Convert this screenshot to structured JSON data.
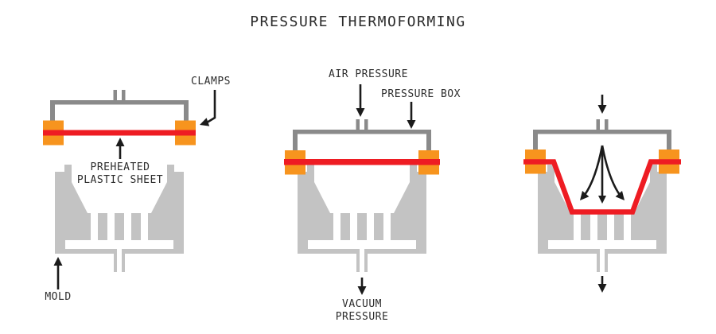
{
  "title": "PRESSURE THERMOFORMING",
  "colors": {
    "sheet_red": "#ee1c23",
    "clamp_orange": "#f7941e",
    "frame_gray": "#8a8a8a",
    "mold_gray": "#c3c3c3",
    "arrow_black": "#1b1b1b",
    "label_text": "#2e2e2e"
  },
  "stage_clamping": {
    "clamps_label": "CLAMPS",
    "sheet_label_line1": "PREHEATED",
    "sheet_label_line2": "PLASTIC SHEET",
    "mold_label": "MOLD"
  },
  "stage_pressurizing": {
    "air_pressure_label": "AIR PRESSURE",
    "pressure_box_label": "PRESSURE BOX",
    "vacuum_label_line1": "VACUUM",
    "vacuum_label_line2": "PRESSURE"
  },
  "stage_formed": {}
}
